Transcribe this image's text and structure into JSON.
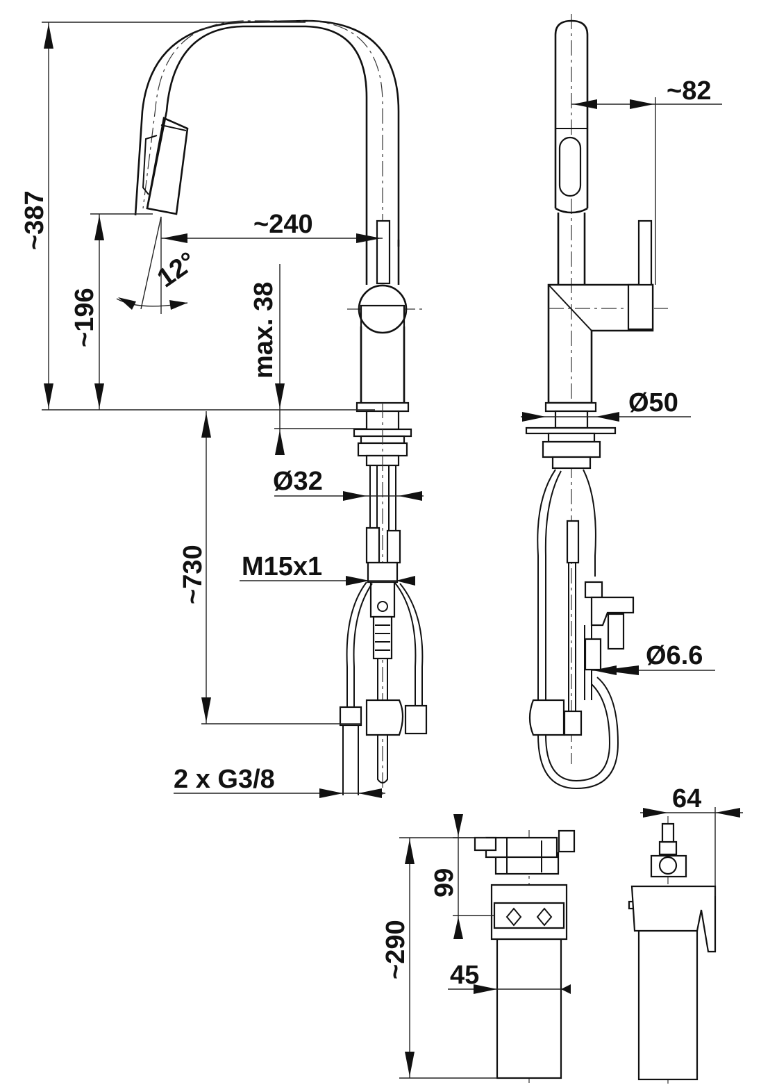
{
  "labels": {
    "d387": "~387",
    "d196": "~196",
    "d240": "~240",
    "angle12": "12°",
    "max38": "max. 38",
    "d82": "~82",
    "dia50": "Ø50",
    "dia32": "Ø32",
    "d730": "~730",
    "m15": "M15x1",
    "dia66": "Ø6.6",
    "g38": "2 x G3/8",
    "d64": "64",
    "d99": "99",
    "d290": "~290",
    "d45": "45"
  }
}
